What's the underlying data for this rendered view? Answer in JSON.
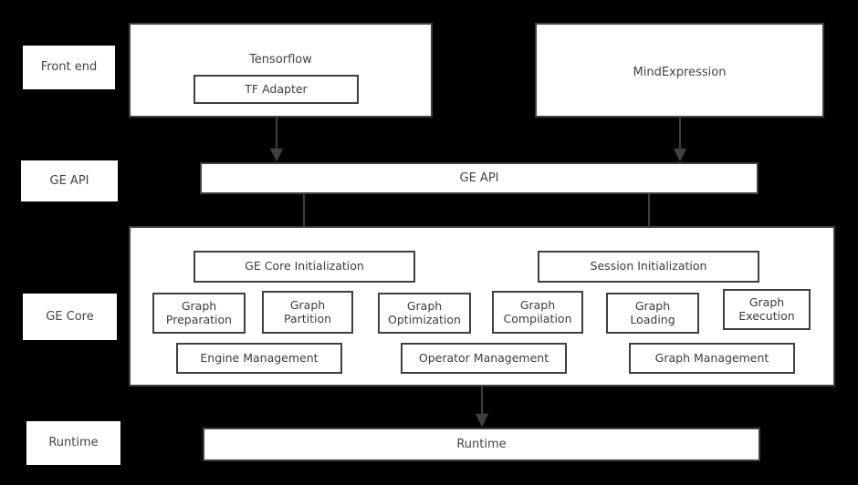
{
  "diagram": {
    "background_color": "#000000",
    "box_fill": "#ffffff",
    "border_color": "#3f3f3f",
    "text_color": "#3c3c3c"
  },
  "layers": [
    {
      "id": "front-end",
      "label": "Front end"
    },
    {
      "id": "ge-api",
      "label": "GE API"
    },
    {
      "id": "ge-core",
      "label": "GE Core"
    },
    {
      "id": "runtime",
      "label": "Runtime"
    }
  ],
  "frontend": {
    "tensorflow": {
      "title": "Tensorflow",
      "adapter": "TF Adapter"
    },
    "mindexpression": {
      "title": "MindExpression"
    }
  },
  "ge_api": {
    "bar_label": "GE API"
  },
  "ge_core": {
    "init_left": "GE Core Initialization",
    "init_right": "Session Initialization",
    "modules": [
      "Graph\nPreparation",
      "Graph\nPartition",
      "Graph\nOptimization",
      "Graph\nCompilation",
      "Graph\nLoading",
      "Graph\nExecution"
    ],
    "managers": [
      "Engine Management",
      "Operator Management",
      "Graph Management"
    ]
  },
  "runtime": {
    "bar_label": "Runtime"
  },
  "connections": [
    {
      "name": "tf-adapter-to-ge-api",
      "from": "TF Adapter",
      "to": "GE API"
    },
    {
      "name": "mindexpression-to-ge-api",
      "from": "MindExpression",
      "to": "GE API"
    },
    {
      "name": "ge-api-to-ge-core-init",
      "from": "GE API",
      "to": "GE Core Initialization"
    },
    {
      "name": "ge-api-to-session-init",
      "from": "GE API",
      "to": "Session Initialization"
    },
    {
      "name": "ge-core-to-runtime",
      "from": "GE Core",
      "to": "Runtime"
    }
  ]
}
